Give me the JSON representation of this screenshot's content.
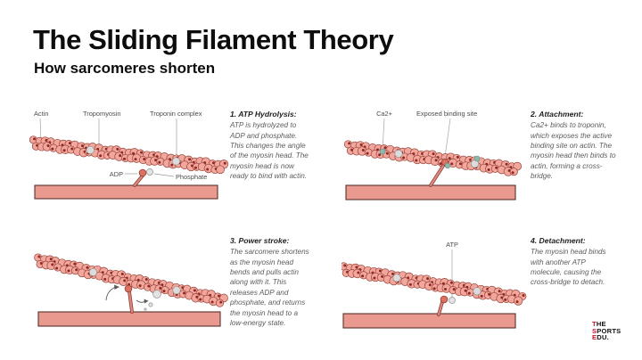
{
  "page": {
    "title": "The Sliding Filament Theory",
    "subtitle": "How sarcomeres shorten"
  },
  "colors": {
    "bead-fill": "#F3A69B",
    "bead-stroke": "#94443B",
    "bead-dot": "#8F2723",
    "troponin-fill": "#DCDCDC",
    "troponin-stroke": "#909090",
    "ca-fill": "#8FB8AC",
    "ca-stroke": "#5F8F84",
    "bar-fill": "#E9998E",
    "bar-stroke": "#58322F",
    "head-fill": "#DC7163",
    "neck-stroke": "#DC8A7F",
    "label-color": "#4c4c4c",
    "logo-red": "#C8102E"
  },
  "panels": [
    {
      "labels": {
        "actin": "Actin",
        "tropomyosin": "Tropomyosin",
        "troponin": "Troponin complex",
        "adp": "ADP",
        "phosphate": "Phosphate"
      },
      "step_title": "1. ATP Hydrolysis:",
      "step_text": "ATP is hydrolyzed to ADP and phosphate. This changes the angle of the myosin head. The myosin head is now ready to bind with actin."
    },
    {
      "labels": {
        "ca": "Ca2+",
        "binding_site": "Exposed binding site"
      },
      "step_title": "2. Attachment:",
      "step_text": "Ca2+ binds to troponin, which exposes the active binding site on actin. The myosin head then binds to actin, forming a cross-bridge."
    },
    {
      "labels": {},
      "step_title": "3. Power stroke:",
      "step_text": "The sarcomere shortens as the myosin head bends and pulls actin along with it. This releases ADP and phosphate, and returns the myosin head to a low-energy state."
    },
    {
      "labels": {
        "atp": "ATP"
      },
      "step_title": "4. Detachment:",
      "step_text": "The myosin head binds with another ATP molecule, causing the cross-bridge to detach."
    }
  ],
  "logo": {
    "line1": "THE",
    "line2": "SPORTS",
    "line3": "EDU."
  }
}
